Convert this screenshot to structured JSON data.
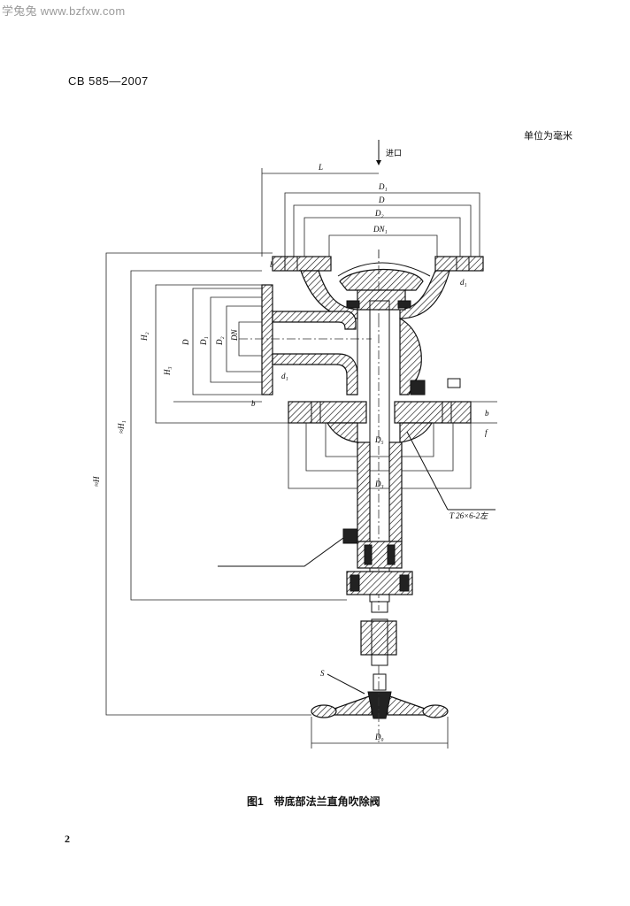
{
  "header": {
    "watermark": "学兔兔 www.bzfxw.com",
    "standard_code": "CB 585—2007",
    "unit_note": "单位为毫米"
  },
  "drawing": {
    "inlet_label": "进口",
    "dimension_labels": {
      "L": "L",
      "D1_top": "D₁",
      "D_top": "D",
      "D2_top": "D₂",
      "DN1": "DN₁",
      "b_top": "b",
      "d1_top": "d₁",
      "H2": "H₂",
      "D_side": "D",
      "D1_side": "D₁",
      "D2_side": "D₂",
      "DN_side": "DN",
      "H3": "H₃",
      "b_side": "b",
      "d1_side": "d₁",
      "b_bottom": "b",
      "f": "f",
      "D3": "D₃",
      "D5": "D₅",
      "H1": "≈H₁",
      "H": "≈H",
      "thread": "T 26×6-2左",
      "S": "S",
      "D0": "D₀"
    }
  },
  "footer": {
    "figure_caption": "图1　带底部法兰直角吹除阀",
    "page_number": "2"
  }
}
